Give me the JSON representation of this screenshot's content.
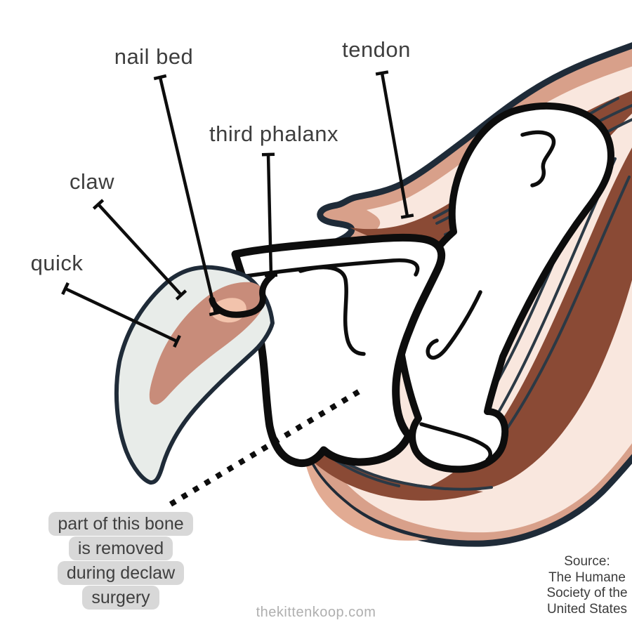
{
  "illustration": {
    "description": "cross-section diagram of a cat toe showing claw and bones",
    "labels": {
      "nail_bed": "nail bed",
      "tendon": "tendon",
      "third_phalanx": "third phalanx",
      "claw": "claw",
      "quick": "quick"
    }
  },
  "note": {
    "lines": [
      "part of this bone",
      "is removed",
      "during declaw",
      "surgery"
    ]
  },
  "source": {
    "lines": [
      "Source:",
      "The Humane",
      "Society of the",
      "United States"
    ]
  },
  "watermark": "thekittenkoop.com",
  "colors": {
    "background": "#ffffff",
    "outline_navy": "#1f2b38",
    "ink_black": "#0d0d0d",
    "skin_band": "#d8a08a",
    "skin_light": "#f9e7de",
    "skin_strip": "#e2ab93",
    "bone_white": "#ffffff",
    "tendon_brown": "#8a4a35",
    "tendon_stripe": "#2b3945",
    "claw_shell": "#e8ece9",
    "claw_quick": "#c88c7a",
    "nailbed_pink": "#f2c3ac",
    "cut_line": "#0d0d0d",
    "label_text": "#3e3e3e",
    "note_bg": "#d8d8d8",
    "note_text": "#3f3f3f",
    "source_text": "#3c3c3c",
    "watermark_text": "#afafaf"
  }
}
